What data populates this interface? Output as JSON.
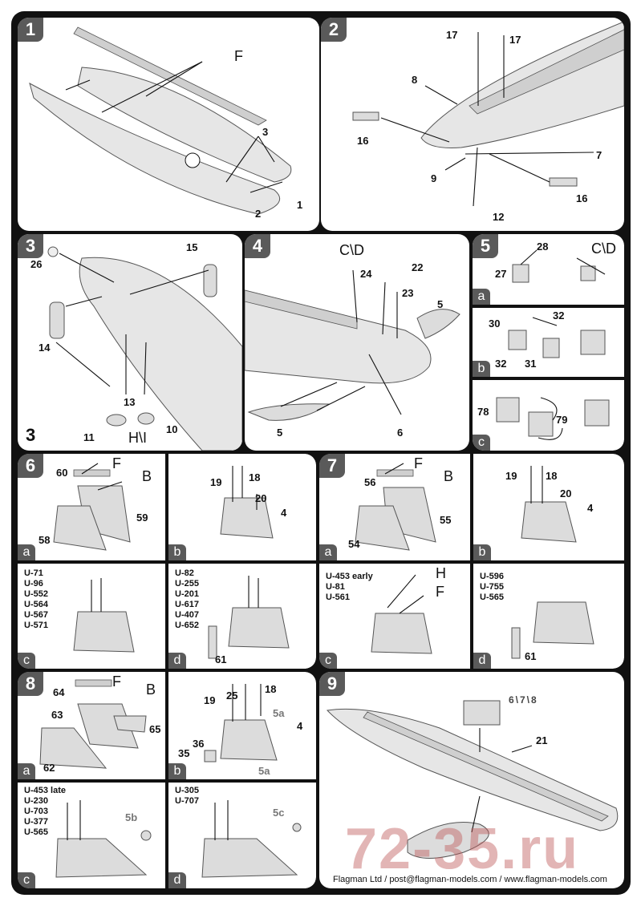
{
  "steps": {
    "s1": {
      "number": "1",
      "labels": {
        "f": "F",
        "three": "3",
        "two": "2",
        "one": "1"
      }
    },
    "s2": {
      "number": "2",
      "labels": {
        "p17a": "17",
        "p17b": "17",
        "p8": "8",
        "p16a": "16",
        "p7": "7",
        "p9": "9",
        "p12": "12",
        "p16b": "16"
      }
    },
    "s3": {
      "number": "3",
      "labels": {
        "p26": "26",
        "p15": "15",
        "p14": "14",
        "p13": "13",
        "p11": "11",
        "hi": "H\\I",
        "p10": "10",
        "big3": "3"
      }
    },
    "s4": {
      "number": "4",
      "labels": {
        "cd": "C\\D",
        "p22": "22",
        "p24": "24",
        "p23": "23",
        "p5a": "5",
        "p5b": "5",
        "p6": "6"
      }
    },
    "s5": {
      "number": "5",
      "a": {
        "badge": "a",
        "labels": {
          "p28": "28",
          "cd": "C\\D",
          "p27": "27"
        }
      },
      "b": {
        "badge": "b",
        "labels": {
          "p32a": "32",
          "p30": "30",
          "p32b": "32",
          "p31": "31"
        }
      },
      "c": {
        "badge": "c",
        "labels": {
          "p78": "78",
          "p79": "79"
        }
      }
    },
    "s6": {
      "number": "6",
      "a": {
        "badge": "a",
        "labels": {
          "f": "F",
          "p60": "60",
          "b": "B",
          "p59": "59",
          "p58": "58"
        }
      },
      "b": {
        "badge": "b",
        "labels": {
          "p19": "19",
          "p18": "18",
          "p20": "20",
          "p4": "4"
        }
      },
      "c": {
        "badge": "c",
        "variants": [
          "U-71",
          "U-96",
          "U-552",
          "U-564",
          "U-567",
          "U-571"
        ]
      },
      "d": {
        "badge": "d",
        "variants": [
          "U-82",
          "U-255",
          "U-201",
          "U-617",
          "U-407",
          "U-652"
        ],
        "labels": {
          "p61": "61"
        }
      }
    },
    "s7": {
      "number": "7",
      "a": {
        "badge": "a",
        "labels": {
          "f": "F",
          "p56": "56",
          "b": "B",
          "p55": "55",
          "p54": "54"
        }
      },
      "b": {
        "badge": "b",
        "labels": {
          "p19": "19",
          "p18": "18",
          "p20": "20",
          "p4": "4"
        }
      },
      "c": {
        "badge": "c",
        "variants": [
          "U-453 early",
          "U-81",
          "U-561"
        ],
        "labels": {
          "h": "H",
          "f": "F"
        }
      },
      "d": {
        "badge": "d",
        "variants": [
          "U-596",
          "U-755",
          "U-565"
        ],
        "labels": {
          "p61": "61"
        }
      }
    },
    "s8": {
      "number": "8",
      "a": {
        "badge": "a",
        "labels": {
          "f": "F",
          "p64": "64",
          "b": "B",
          "p63": "63",
          "p65": "65",
          "p62": "62"
        }
      },
      "b": {
        "badge": "b",
        "labels": {
          "p19": "19",
          "p25": "25",
          "p18": "18",
          "p5a1": "5a",
          "p4": "4",
          "p36": "36",
          "p35": "35",
          "p5a2": "5a"
        }
      },
      "c": {
        "badge": "c",
        "variants": [
          "U-453 late",
          "U-230",
          "U-703",
          "U-377",
          "U-565"
        ],
        "labels": {
          "p5b": "5b"
        }
      },
      "d": {
        "badge": "d",
        "variants": [
          "U-305",
          "U-707"
        ],
        "labels": {
          "p5c": "5c"
        }
      }
    },
    "s9": {
      "number": "9",
      "labels": {
        "ref": "6\\7\\8",
        "p21": "21"
      }
    }
  },
  "watermark": "72-35.ru",
  "footer": "Flagman Ltd  /  post@flagman-models.com  /  www.flagman-models.com",
  "colors": {
    "frame": "#111111",
    "badge": "#5a5a5a",
    "part": "#dcdcdc",
    "watermark": "#be5a5a"
  }
}
